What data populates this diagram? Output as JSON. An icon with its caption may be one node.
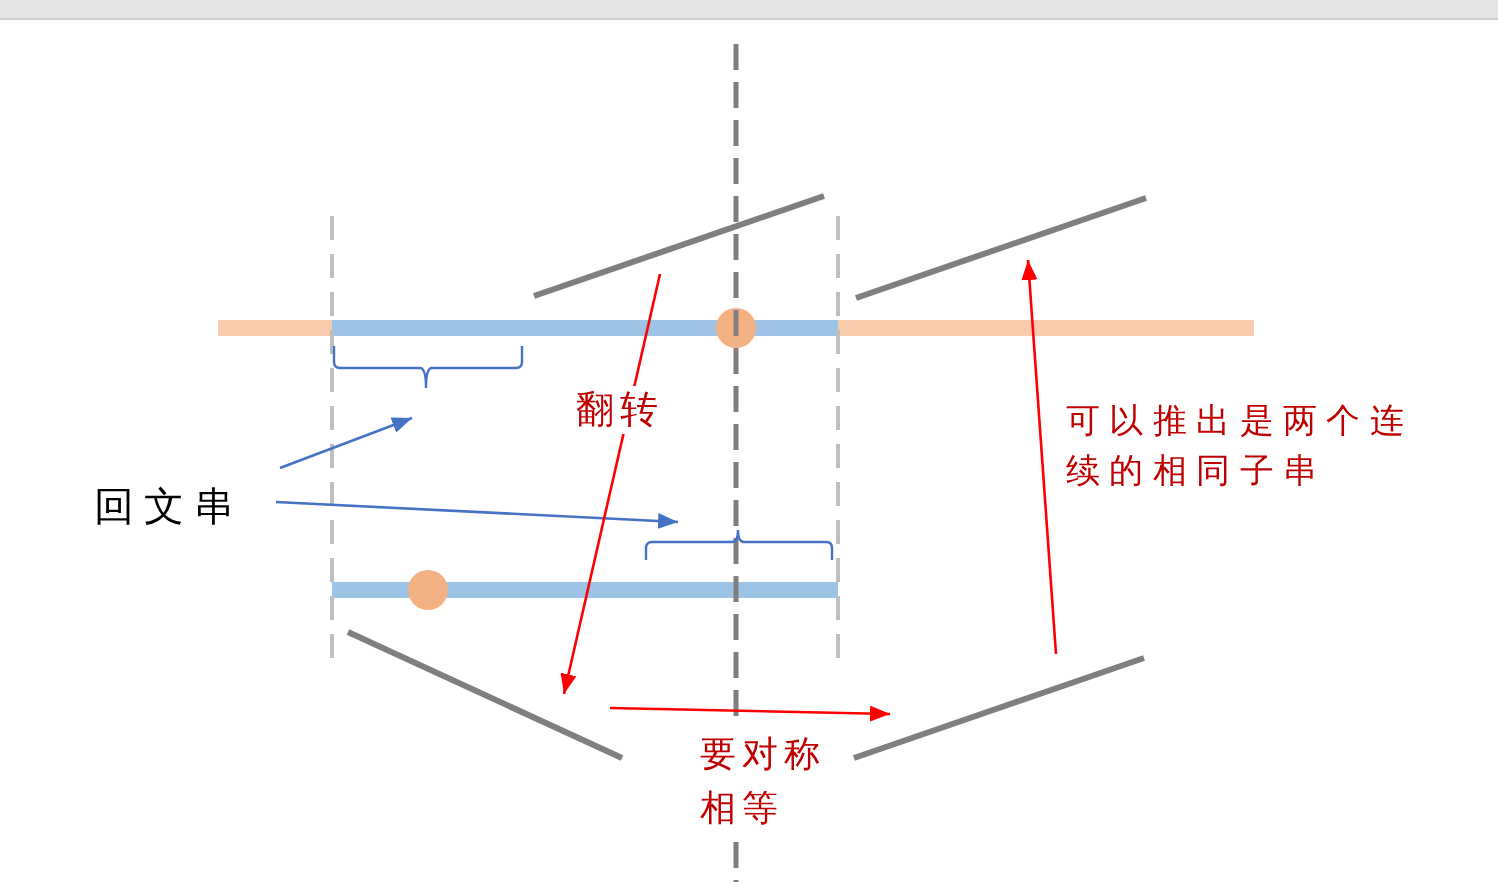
{
  "diagram": {
    "nodes": [
      {
        "text": [],
        "shape": "line"
      },
      {
        "text": [],
        "shape": "line"
      },
      {
        "text": [],
        "shape": "bracket"
      },
      {
        "text": [
          "回文串"
        ]
      },
      {
        "text": [],
        "shape": "bracket"
      },
      {
        "text": [],
        "shape": "line"
      },
      {
        "text": [],
        "shape": "line"
      }
    ],
    "edges": [
      {
        "from": 3,
        "to": 2,
        "arrow": "to",
        "color": "#4472c4"
      },
      {
        "from": 3,
        "to": 4,
        "arrow": "to",
        "color": "#4472c4"
      },
      {
        "from": 0,
        "to": 5,
        "arrow": "to",
        "label": "翻转"
      },
      {
        "from": 5,
        "to": 6,
        "arrow": "to",
        "label": "要对称相等"
      },
      {
        "from": 6,
        "to": 1,
        "arrow": "to",
        "label": "可以推出是两个连续的相同子串"
      }
    ]
  }
}
